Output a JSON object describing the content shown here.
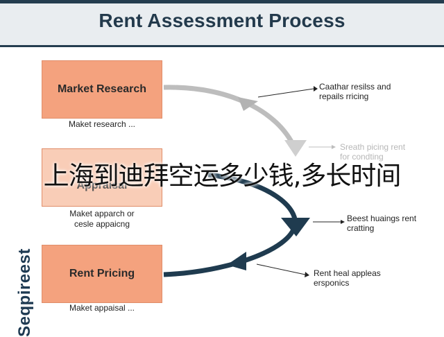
{
  "header": {
    "title": "Rent Assessment Process"
  },
  "steps": [
    {
      "label": "Market Research",
      "caption": "Maket research ..."
    },
    {
      "label": "Appraisal",
      "caption": "Maket apparch or\ncesle appaicng"
    },
    {
      "label": "Rent Pricing",
      "caption": "Maket appaisal ..."
    }
  ],
  "notes": [
    "Caathar resilss and\nrepails rricing",
    "Sreath picing rent\nfor condting",
    "Beest huaings rent\ncratting",
    "Rent heal appleas\nersponics"
  ],
  "brand": "Seqpireest",
  "overlay_text": "上海到迪拜空运多少钱,多长时间",
  "colors": {
    "header_bg": "#243d4f",
    "step_fill": "#f4a27e",
    "arrow_gray": "#b9b9b9",
    "arrow_dark": "#1f3b4f"
  }
}
